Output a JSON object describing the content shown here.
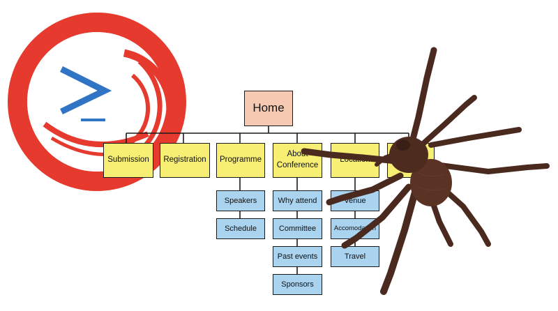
{
  "logo": {
    "name": "terminal-prompt-logo",
    "colors": {
      "ring": "#e53a2d",
      "chevron": "#2f74c5",
      "background": "#ffffff"
    }
  },
  "sitemap": {
    "root": "Home",
    "sections": [
      {
        "label": "Submission",
        "children": []
      },
      {
        "label": "Registration",
        "children": []
      },
      {
        "label": "Programme",
        "children": [
          "Speakers",
          "Schedule"
        ]
      },
      {
        "label": "About Conference",
        "children": [
          "Why attend",
          "Committee",
          "Past events",
          "Sponsors"
        ]
      },
      {
        "label": "Location",
        "children": [
          "Venue",
          "Accomodation",
          "Travel"
        ]
      },
      {
        "label": "",
        "children": []
      }
    ],
    "colors": {
      "root": "#f6c9b3",
      "section": "#f7ee74",
      "child": "#a9d3ef",
      "lines": "#1a1a1a"
    }
  },
  "overlay": {
    "name": "tarantula",
    "colors": {
      "body": "#5a3325",
      "legs": "#4a2a1f"
    }
  }
}
